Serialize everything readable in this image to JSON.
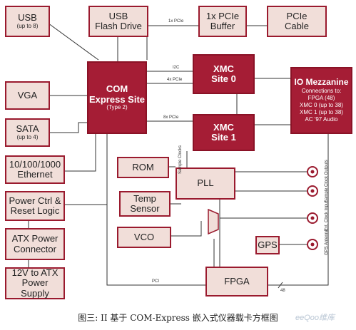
{
  "blocks": {
    "usb": {
      "title": "USB",
      "sub": "(up to 8)"
    },
    "usb_flash": {
      "title": "USB",
      "sub": "Flash Drive"
    },
    "pcie_buffer": {
      "title": "1x PCIe",
      "sub": "Buffer"
    },
    "pcie_cable": {
      "title": "PCIe",
      "sub": "Cable"
    },
    "vga": {
      "title": "VGA"
    },
    "sata": {
      "title": "SATA",
      "sub": "(up to 4)"
    },
    "ethernet": {
      "title": "10/100/1000",
      "sub": "Ethernet"
    },
    "power_ctrl": {
      "title": "Power Ctrl &",
      "sub": "Reset Logic"
    },
    "atx_conn": {
      "title": "ATX Power",
      "sub": "Connector"
    },
    "atx_supply": {
      "title": "12V to ATX",
      "sub": "Power Supply"
    },
    "com": {
      "title": "COM",
      "sub": "Express Site",
      "note": "(Type 2)"
    },
    "xmc0": {
      "title": "XMC",
      "sub": "Site 0"
    },
    "xmc1": {
      "title": "XMC",
      "sub": "Site 1"
    },
    "io": {
      "title": "IO Mezzanine",
      "lines": [
        "Connections to:",
        "FPGA (48)",
        "XMC 0 (up to 38)",
        "XMC 1 (up to 38)",
        "AC '97 Audio"
      ]
    },
    "rom": {
      "title": "ROM"
    },
    "temp": {
      "title": "Temp",
      "sub": "Sensor"
    },
    "vco": {
      "title": "VCO"
    },
    "pll": {
      "title": "PLL"
    },
    "gps": {
      "title": "GPS"
    },
    "fpga": {
      "title": "FPGA"
    }
  },
  "labels": {
    "pcie_1x": "1x PCIe",
    "i2c": "I2C",
    "pcie_4x": "4x PCIe",
    "pcie_8x": "8x PCIe",
    "sample_clocks": "Sample Clocks",
    "pci": "PCI",
    "bus48": "48"
  },
  "connectors": {
    "sample_clock_outputs": "Sample Clock Outputs",
    "ext_clock_input": "Ext. Clock Input",
    "gps_antenna": "GPS Antenna"
  },
  "caption": "图三: II 基于 COM-Express 嵌入式仪器载卡方框图",
  "watermark": "eeQoo维库"
}
